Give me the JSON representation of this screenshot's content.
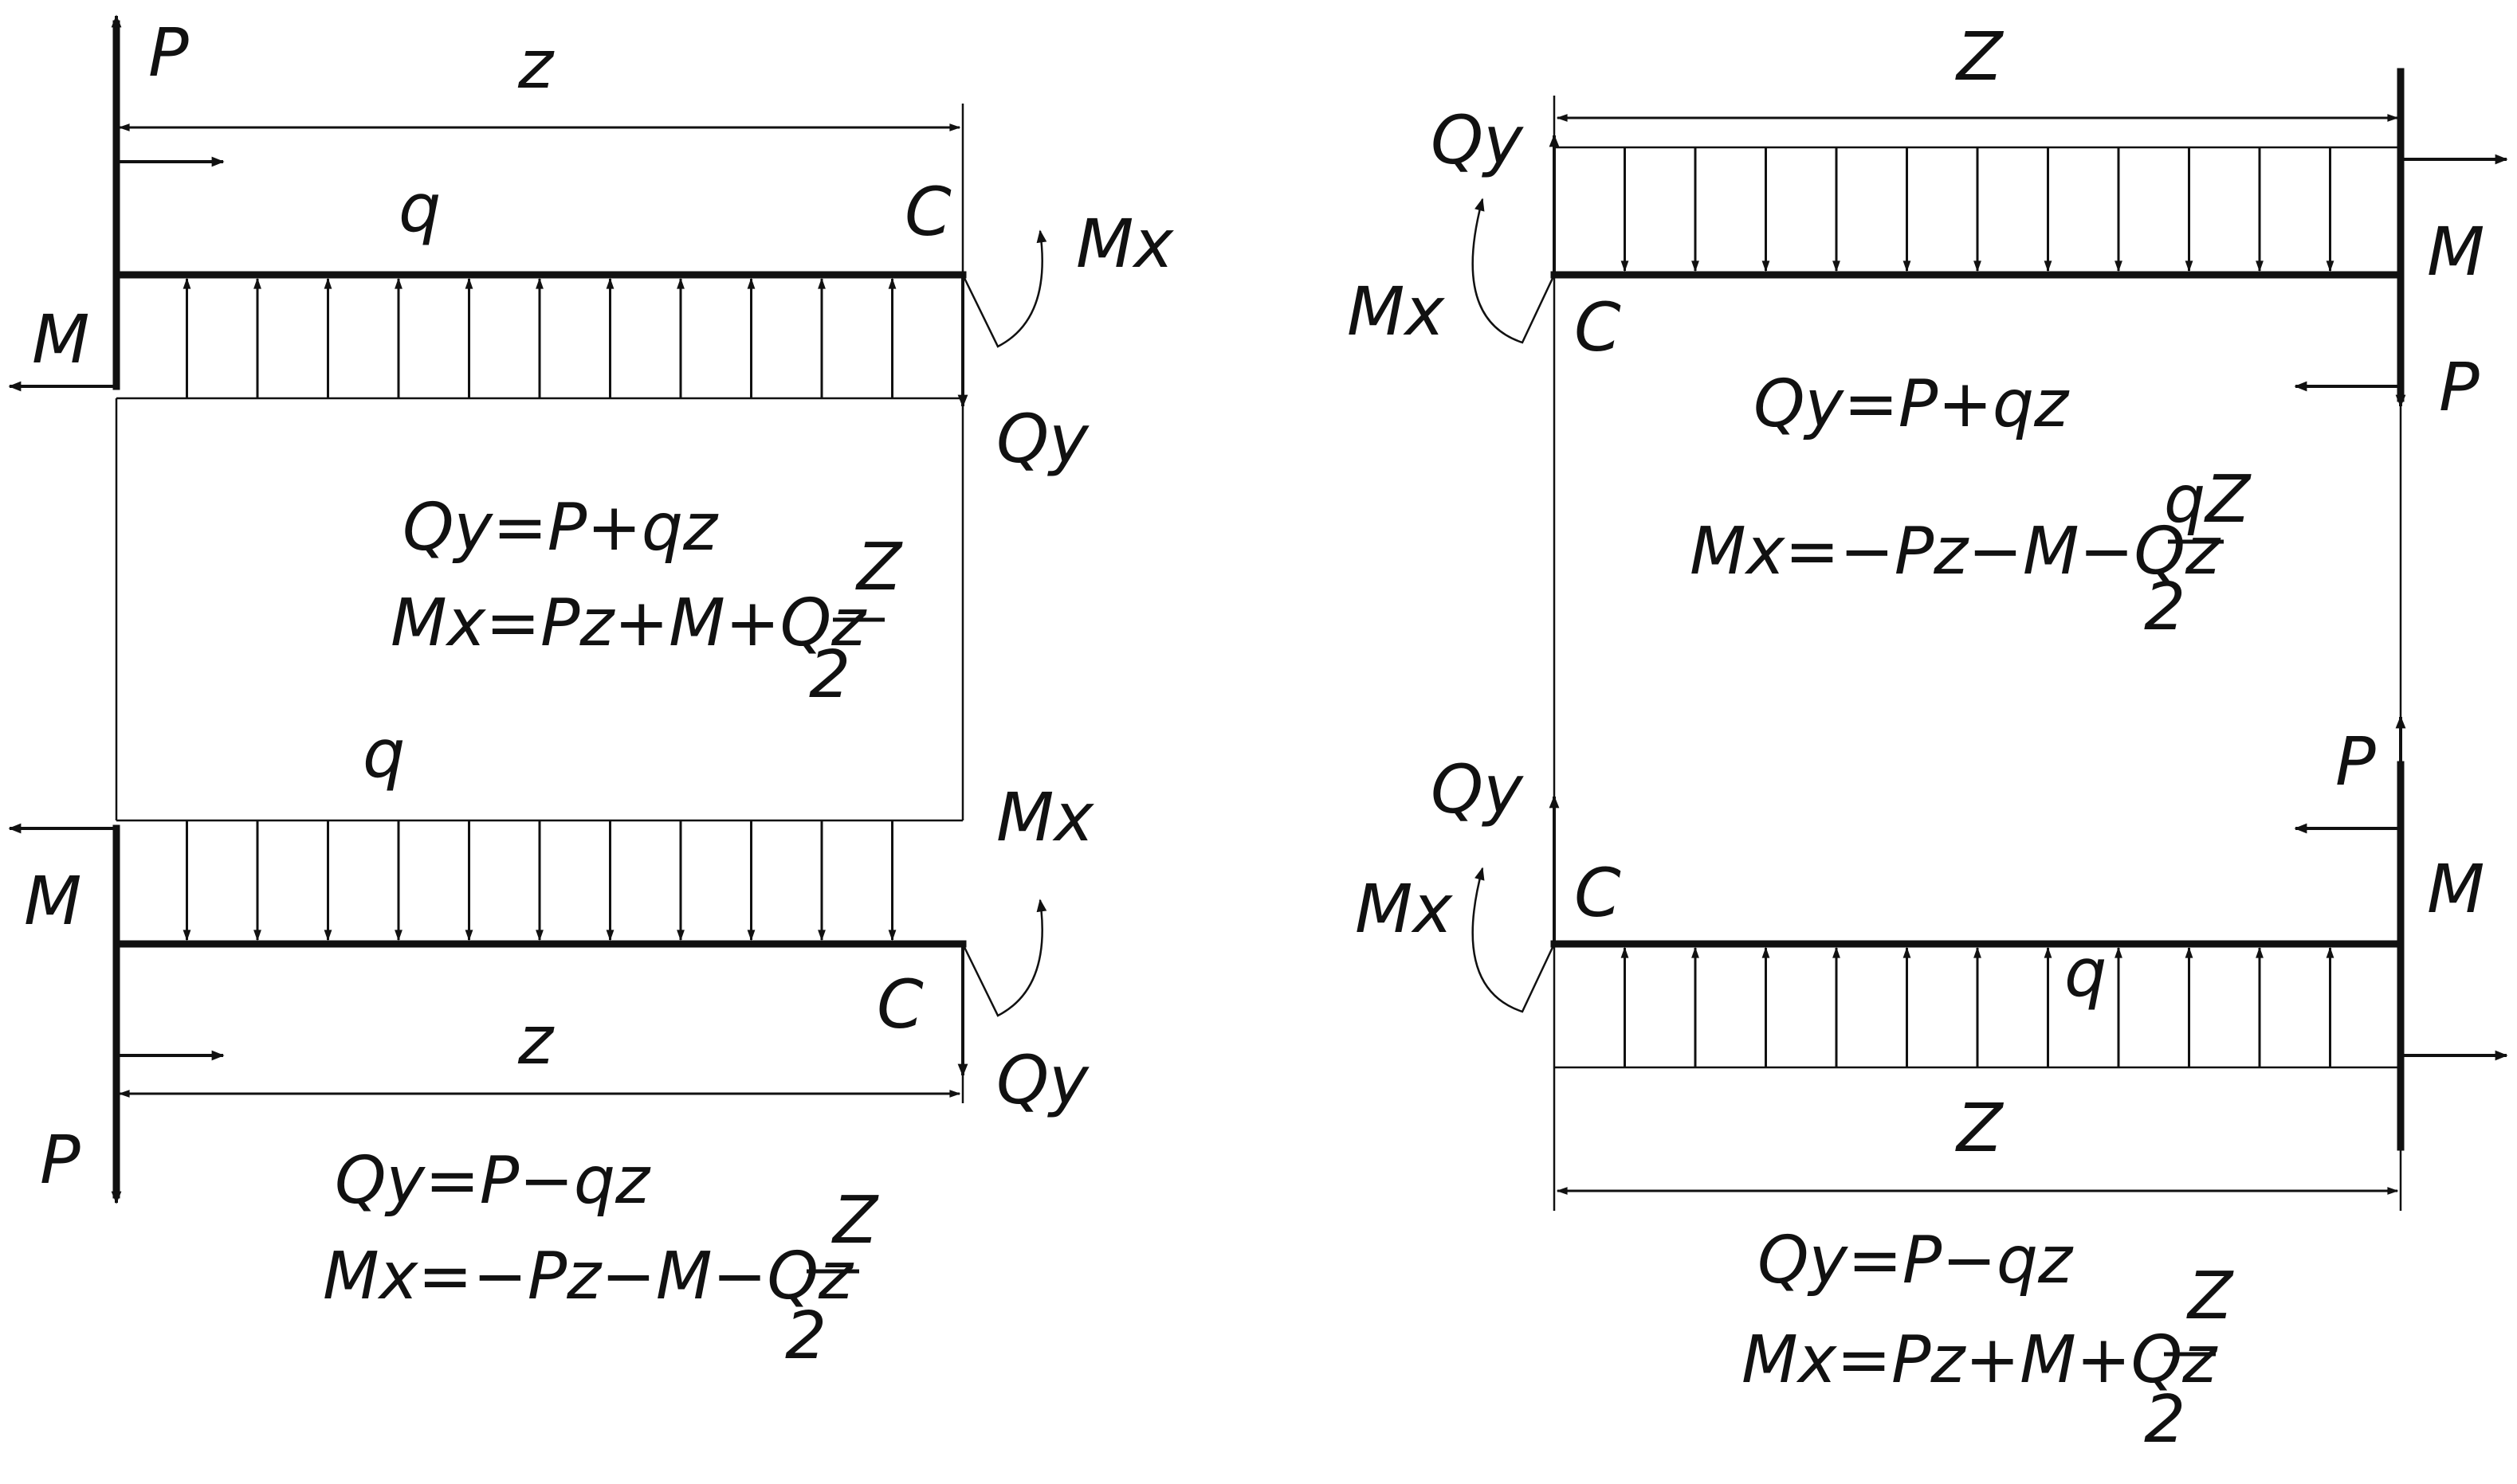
{
  "diagram1": {
    "P": "P",
    "z": "z",
    "q": "q",
    "C": "C",
    "Mx": "Mx",
    "M": "M",
    "Qy": "Qy",
    "eq1": "Qy=P+qz",
    "eq2": "Mx=Pz+M+Qz",
    "frac_num": "Z",
    "frac_den": "2"
  },
  "diagram2": {
    "q": "q",
    "Mx": "Mx",
    "M": "M",
    "C": "C",
    "z": "z",
    "Qy": "Qy",
    "P": "P",
    "eq1": "Qy=P−qz",
    "eq2": "Mx=−Pz−M−Qz",
    "frac_num": "Z",
    "frac_den": "2"
  },
  "diagram3": {
    "z": "Z",
    "Qy": "Qy",
    "Mx": "Mx",
    "C": "C",
    "M": "M",
    "P": "P",
    "eq1": "Qy=P+qz",
    "eq2": "Mx=−Pz−M−Qz",
    "frac_num": "qZ",
    "frac_den": "2"
  },
  "diagram4": {
    "Qy": "Qy",
    "Mx": "Mx",
    "C": "C",
    "P": "P",
    "M": "M",
    "q": "q",
    "z": "Z",
    "eq1": "Qy=P−qz",
    "eq2": "Mx=Pz+M+Qz",
    "frac_num": "Z",
    "frac_den": "2"
  }
}
